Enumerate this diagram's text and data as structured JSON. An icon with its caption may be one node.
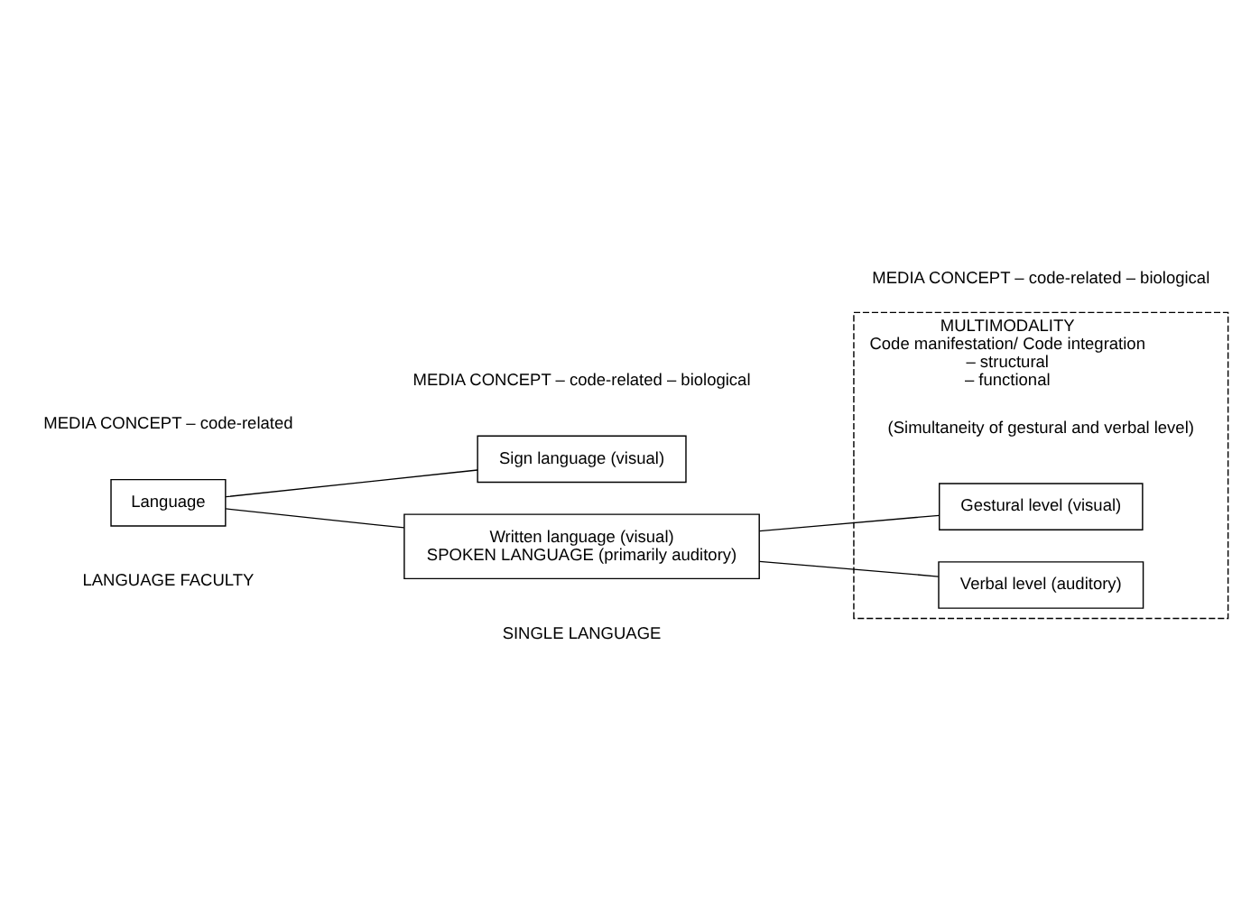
{
  "diagram": {
    "nodes": [
      {
        "text": [
          "Language"
        ]
      },
      {
        "text": [
          "Sign language (visual)"
        ]
      },
      {
        "text": [
          "Written language (visual)",
          "SPOKEN LANGUAGE (primarily auditory)"
        ]
      },
      {
        "text": [
          "MULTIMODALITY",
          "Code manifestation/ Code integration",
          "– structural",
          "– functional"
        ]
      },
      {
        "text": [
          "Verbal level (auditory)"
        ],
        "in": 3
      },
      {
        "text": [
          "Gestural level (visual)"
        ],
        "in": 3
      }
    ],
    "edges": [
      {
        "from": 0,
        "to": 1,
        "arrow": "none"
      },
      {
        "from": 0,
        "to": 2,
        "arrow": "none"
      },
      {
        "from": 2,
        "to": 4,
        "arrow": "none"
      },
      {
        "from": 2,
        "to": 5,
        "arrow": "none"
      }
    ],
    "labels": [
      "MEDIA CONCEPT – code-related",
      "MEDIA CONCEPT – code-related – biological",
      "MEDIA CONCEPT – code-related – biological",
      "LANGUAGE FACULTY",
      "SINGLE LANGUAGE",
      "(Simultaneity of gestural and verbal level)"
    ]
  }
}
